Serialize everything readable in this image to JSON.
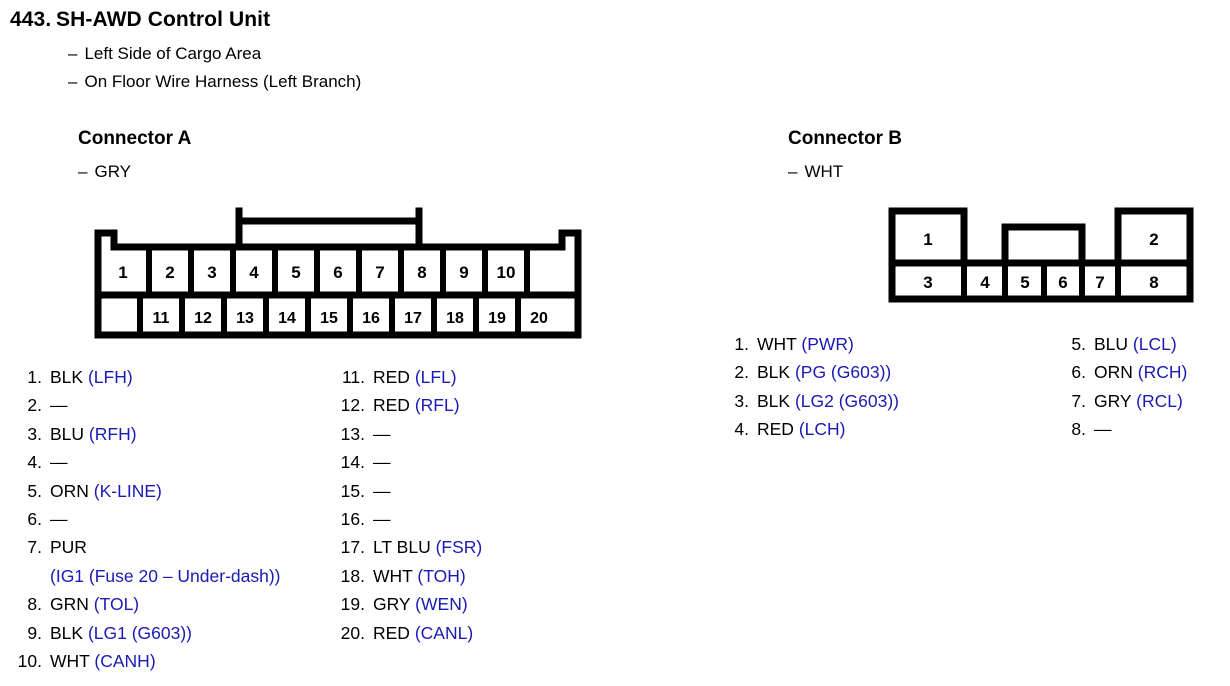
{
  "header": {
    "number": "443.",
    "title": "SH-AWD Control Unit",
    "dash": "–",
    "location_1": "Left Side of Cargo Area",
    "location_2": "On Floor Wire Harness (Left Branch)"
  },
  "colors": {
    "signal_blue": "#1a1ab4",
    "text_black": "#000000",
    "background": "#ffffff"
  },
  "connector_a": {
    "title": "Connector A",
    "dash": "–",
    "wire_color": "GRY",
    "diagram": {
      "top_row_pins": [
        "1",
        "2",
        "3",
        "4",
        "5",
        "6",
        "7",
        "8",
        "9",
        "10"
      ],
      "bottom_row_pins": [
        "11",
        "12",
        "13",
        "14",
        "15",
        "16",
        "17",
        "18",
        "19",
        "20"
      ]
    },
    "pins_left": [
      {
        "index": "1.",
        "wire": "BLK",
        "signal": "(LFH)"
      },
      {
        "index": "2.",
        "wire": "—",
        "signal": ""
      },
      {
        "index": "3.",
        "wire": "BLU",
        "signal": "(RFH)"
      },
      {
        "index": "4.",
        "wire": "—",
        "signal": ""
      },
      {
        "index": "5.",
        "wire": "ORN",
        "signal": "(K-LINE)"
      },
      {
        "index": "6.",
        "wire": "—",
        "signal": ""
      },
      {
        "index": "7.",
        "wire": "PUR",
        "signal": "",
        "continuation": "(IG1 (Fuse 20 – Under-dash))"
      },
      {
        "index": "8.",
        "wire": "GRN",
        "signal": "(TOL)"
      },
      {
        "index": "9.",
        "wire": "BLK",
        "signal": "(LG1 (G603))"
      },
      {
        "index": "10.",
        "wire": "WHT",
        "signal": "(CANH)"
      }
    ],
    "pins_right": [
      {
        "index": "11.",
        "wire": "RED",
        "signal": "(LFL)"
      },
      {
        "index": "12.",
        "wire": "RED",
        "signal": "(RFL)"
      },
      {
        "index": "13.",
        "wire": "—",
        "signal": ""
      },
      {
        "index": "14.",
        "wire": "—",
        "signal": ""
      },
      {
        "index": "15.",
        "wire": "—",
        "signal": ""
      },
      {
        "index": "16.",
        "wire": "—",
        "signal": ""
      },
      {
        "index": "17.",
        "wire": "LT BLU",
        "signal": "(FSR)"
      },
      {
        "index": "18.",
        "wire": "WHT",
        "signal": "(TOH)"
      },
      {
        "index": "19.",
        "wire": "GRY",
        "signal": "(WEN)"
      },
      {
        "index": "20.",
        "wire": "RED",
        "signal": "(CANL)"
      }
    ]
  },
  "connector_b": {
    "title": "Connector B",
    "dash": "–",
    "wire_color": "WHT",
    "diagram": {
      "top_row_pins": [
        "1",
        "2"
      ],
      "bottom_row_pins": [
        "3",
        "4",
        "5",
        "6",
        "7",
        "8"
      ]
    },
    "pins_left": [
      {
        "index": "1.",
        "wire": "WHT",
        "signal": "(PWR)"
      },
      {
        "index": "2.",
        "wire": "BLK",
        "signal": "(PG (G603))"
      },
      {
        "index": "3.",
        "wire": "BLK",
        "signal": "(LG2 (G603))"
      },
      {
        "index": "4.",
        "wire": "RED",
        "signal": "(LCH)"
      }
    ],
    "pins_right": [
      {
        "index": "5.",
        "wire": "BLU",
        "signal": "(LCL)"
      },
      {
        "index": "6.",
        "wire": "ORN",
        "signal": "(RCH)"
      },
      {
        "index": "7.",
        "wire": "GRY",
        "signal": "(RCL)"
      },
      {
        "index": "8.",
        "wire": "—",
        "signal": ""
      }
    ]
  }
}
